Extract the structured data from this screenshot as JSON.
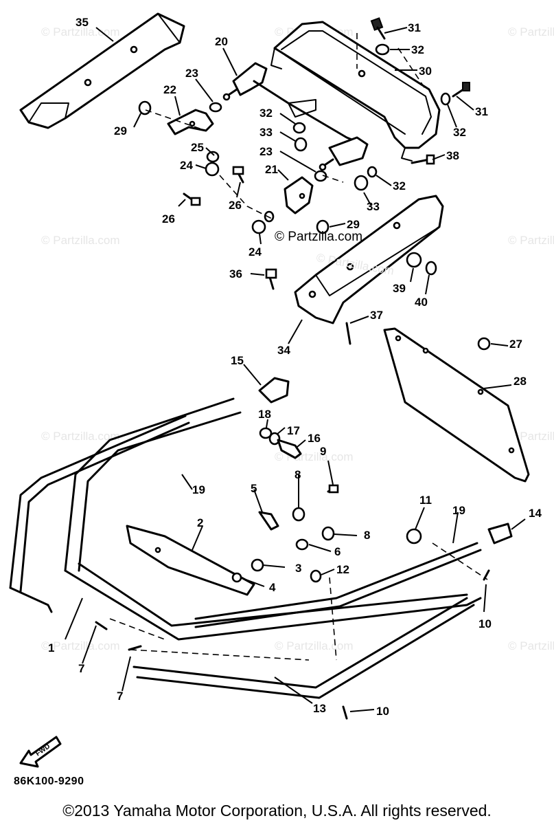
{
  "watermark": "© Partzilla.com",
  "center_watermark": "© Partzilla.com",
  "callouts": {
    "c1": "1",
    "c2": "2",
    "c3": "3",
    "c4": "4",
    "c5": "5",
    "c6": "6",
    "c7a": "7",
    "c7b": "7",
    "c8a": "8",
    "c8b": "8",
    "c9": "9",
    "c10a": "10",
    "c10b": "10",
    "c11": "11",
    "c12": "12",
    "c13": "13",
    "c14": "14",
    "c15": "15",
    "c16": "16",
    "c17": "17",
    "c18": "18",
    "c19a": "19",
    "c19b": "19",
    "c20": "20",
    "c21": "21",
    "c22": "22",
    "c23a": "23",
    "c23b": "23",
    "c24a": "24",
    "c24b": "24",
    "c25": "25",
    "c26a": "26",
    "c26b": "26",
    "c27": "27",
    "c28": "28",
    "c29a": "29",
    "c29b": "29",
    "c30": "30",
    "c31a": "31",
    "c31b": "31",
    "c32a": "32",
    "c32b": "32",
    "c32c": "32",
    "c32d": "32",
    "c33a": "33",
    "c33b": "33",
    "c34": "34",
    "c35": "35",
    "c36": "36",
    "c37": "37",
    "c38": "38",
    "c39": "39",
    "c40": "40"
  },
  "fwd_label": "FWD",
  "doc_code": "86K100-9290",
  "copyright": "©2013 Yamaha Motor Corporation, U.S.A. All rights reserved."
}
